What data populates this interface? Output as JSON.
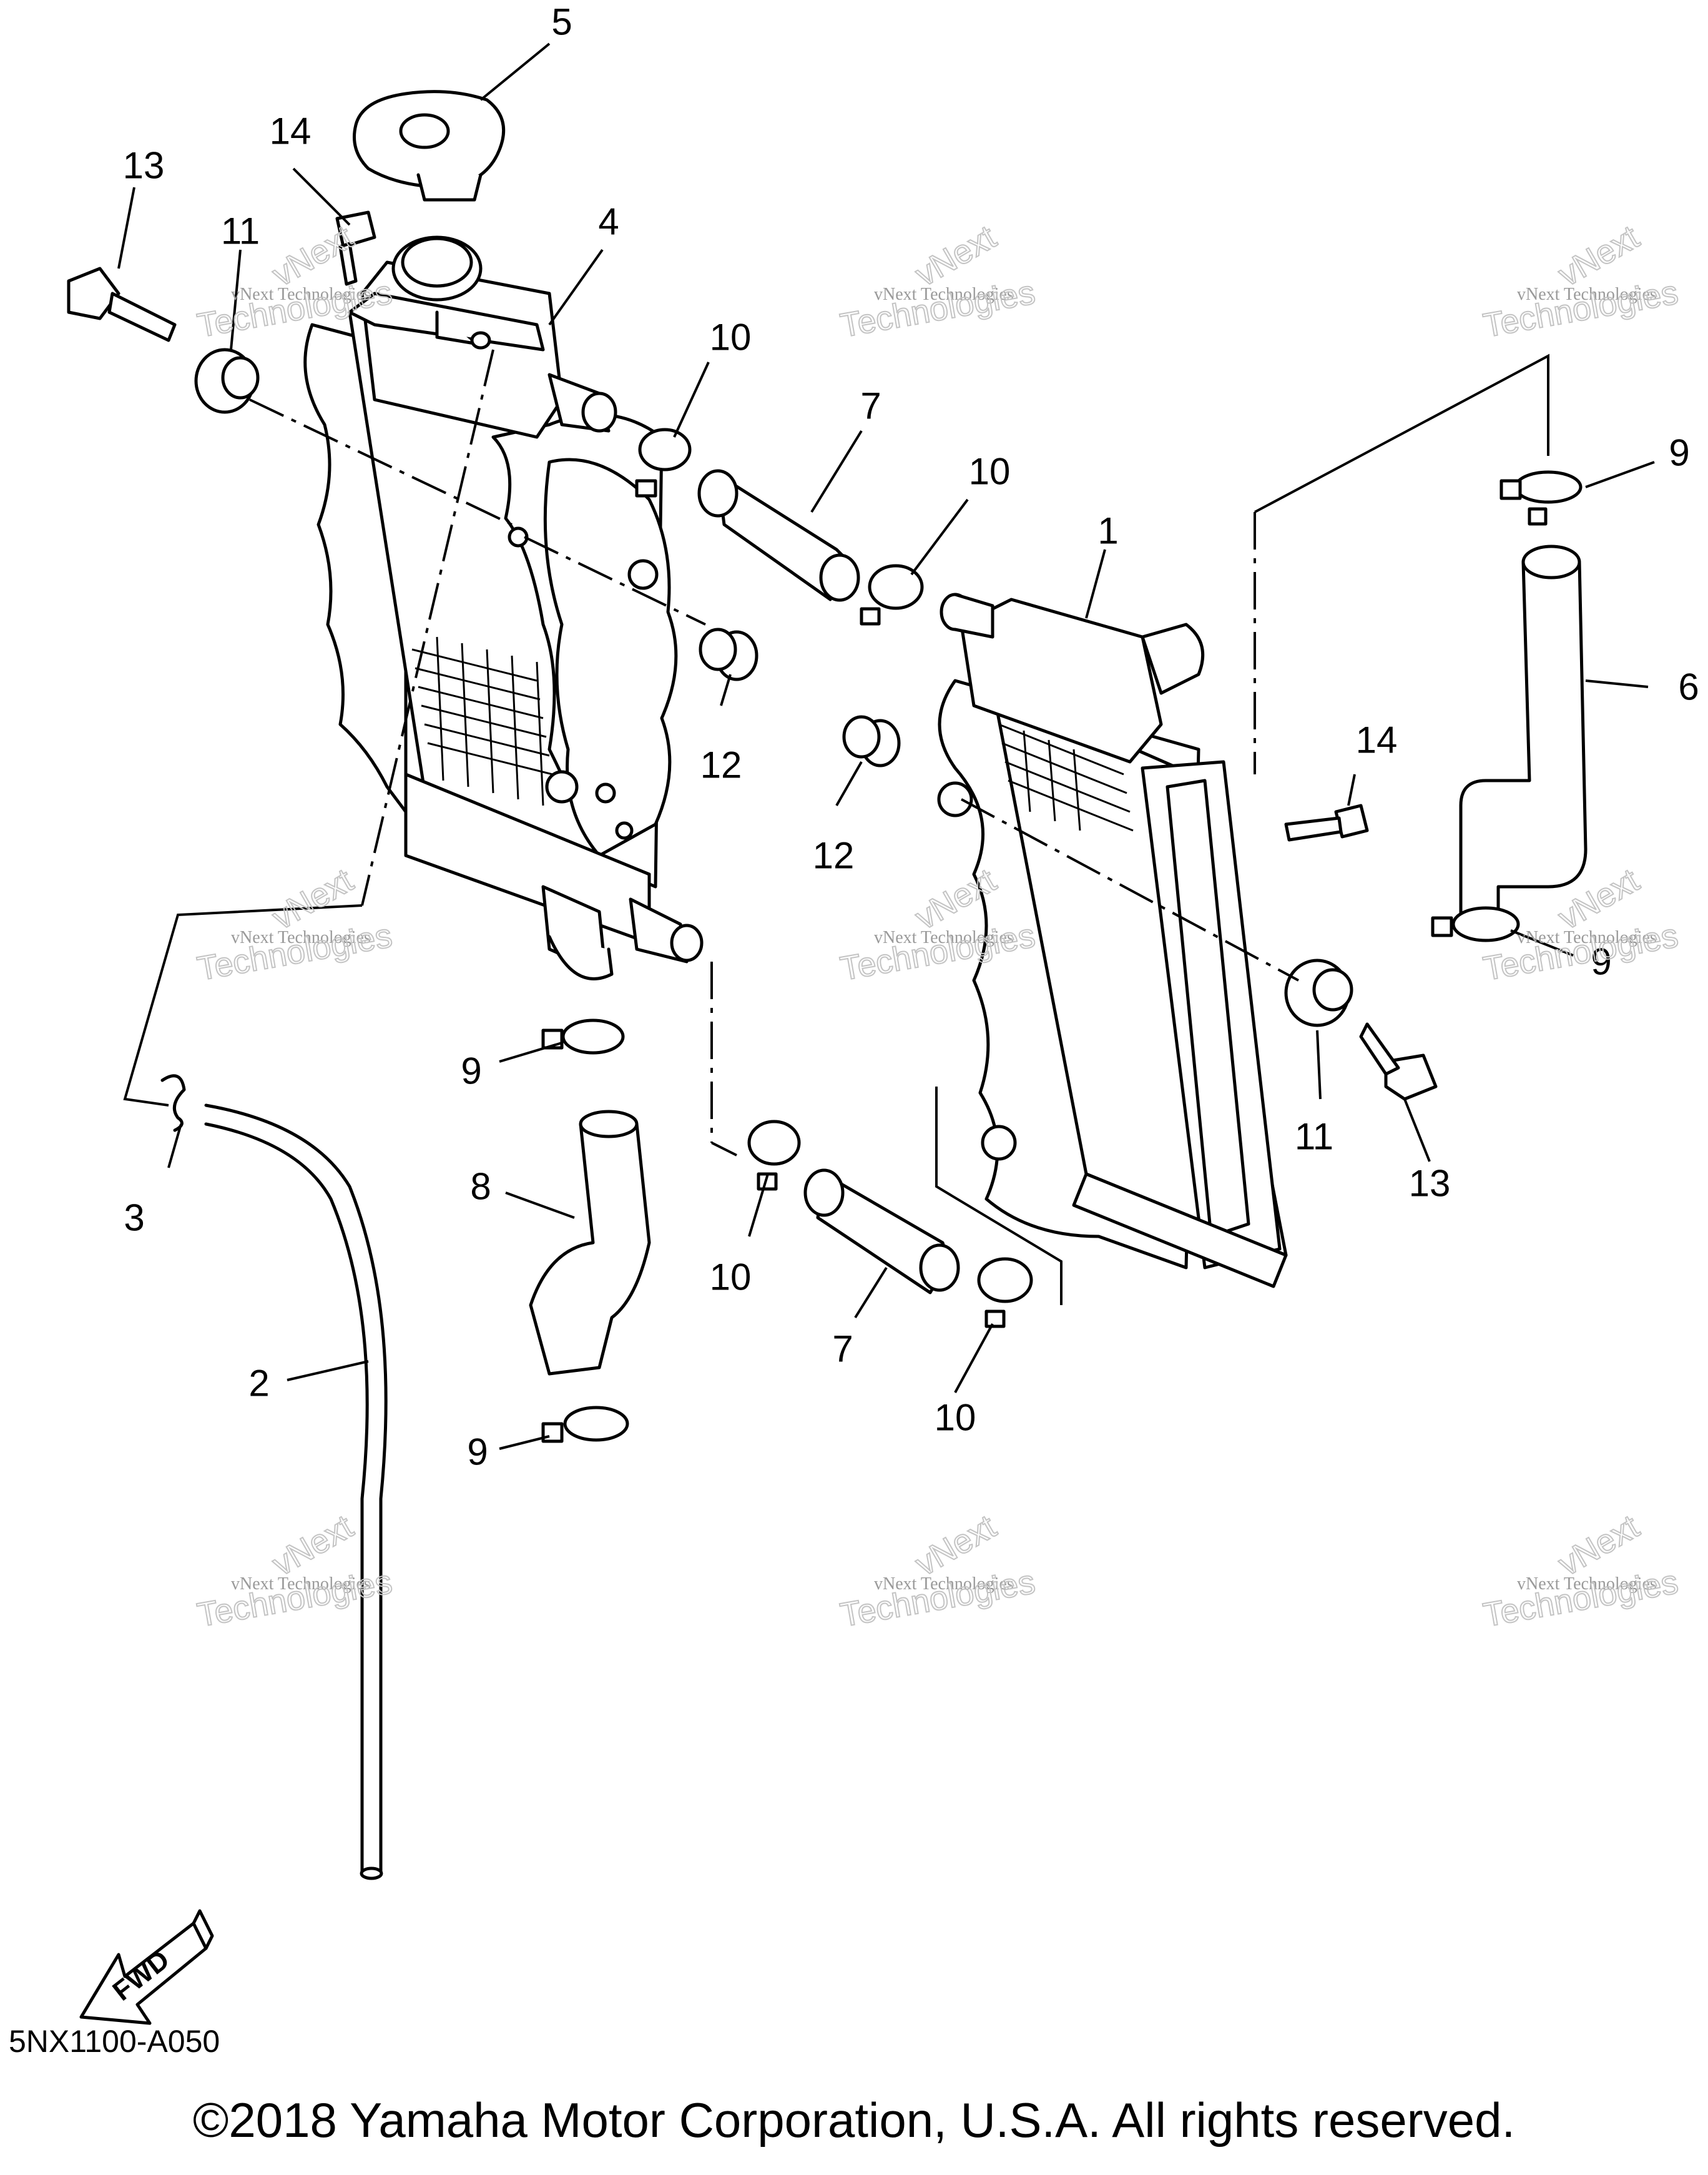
{
  "callouts": [
    "1",
    "2",
    "3",
    "4",
    "5",
    "6",
    "7",
    "7",
    "8",
    "9",
    "9",
    "9",
    "9",
    "10",
    "10",
    "10",
    "10",
    "11",
    "11",
    "12",
    "12",
    "13",
    "13",
    "14",
    "14"
  ],
  "watermark": {
    "line1": "vNext Technologies",
    "line2": "Technologies",
    "stamp": "vNext"
  },
  "arrow_label": "FWD",
  "diagram_code": "5NX1100-A050",
  "copyright": "©2018 Yamaha Motor Corporation, U.S.A. All rights reserved."
}
